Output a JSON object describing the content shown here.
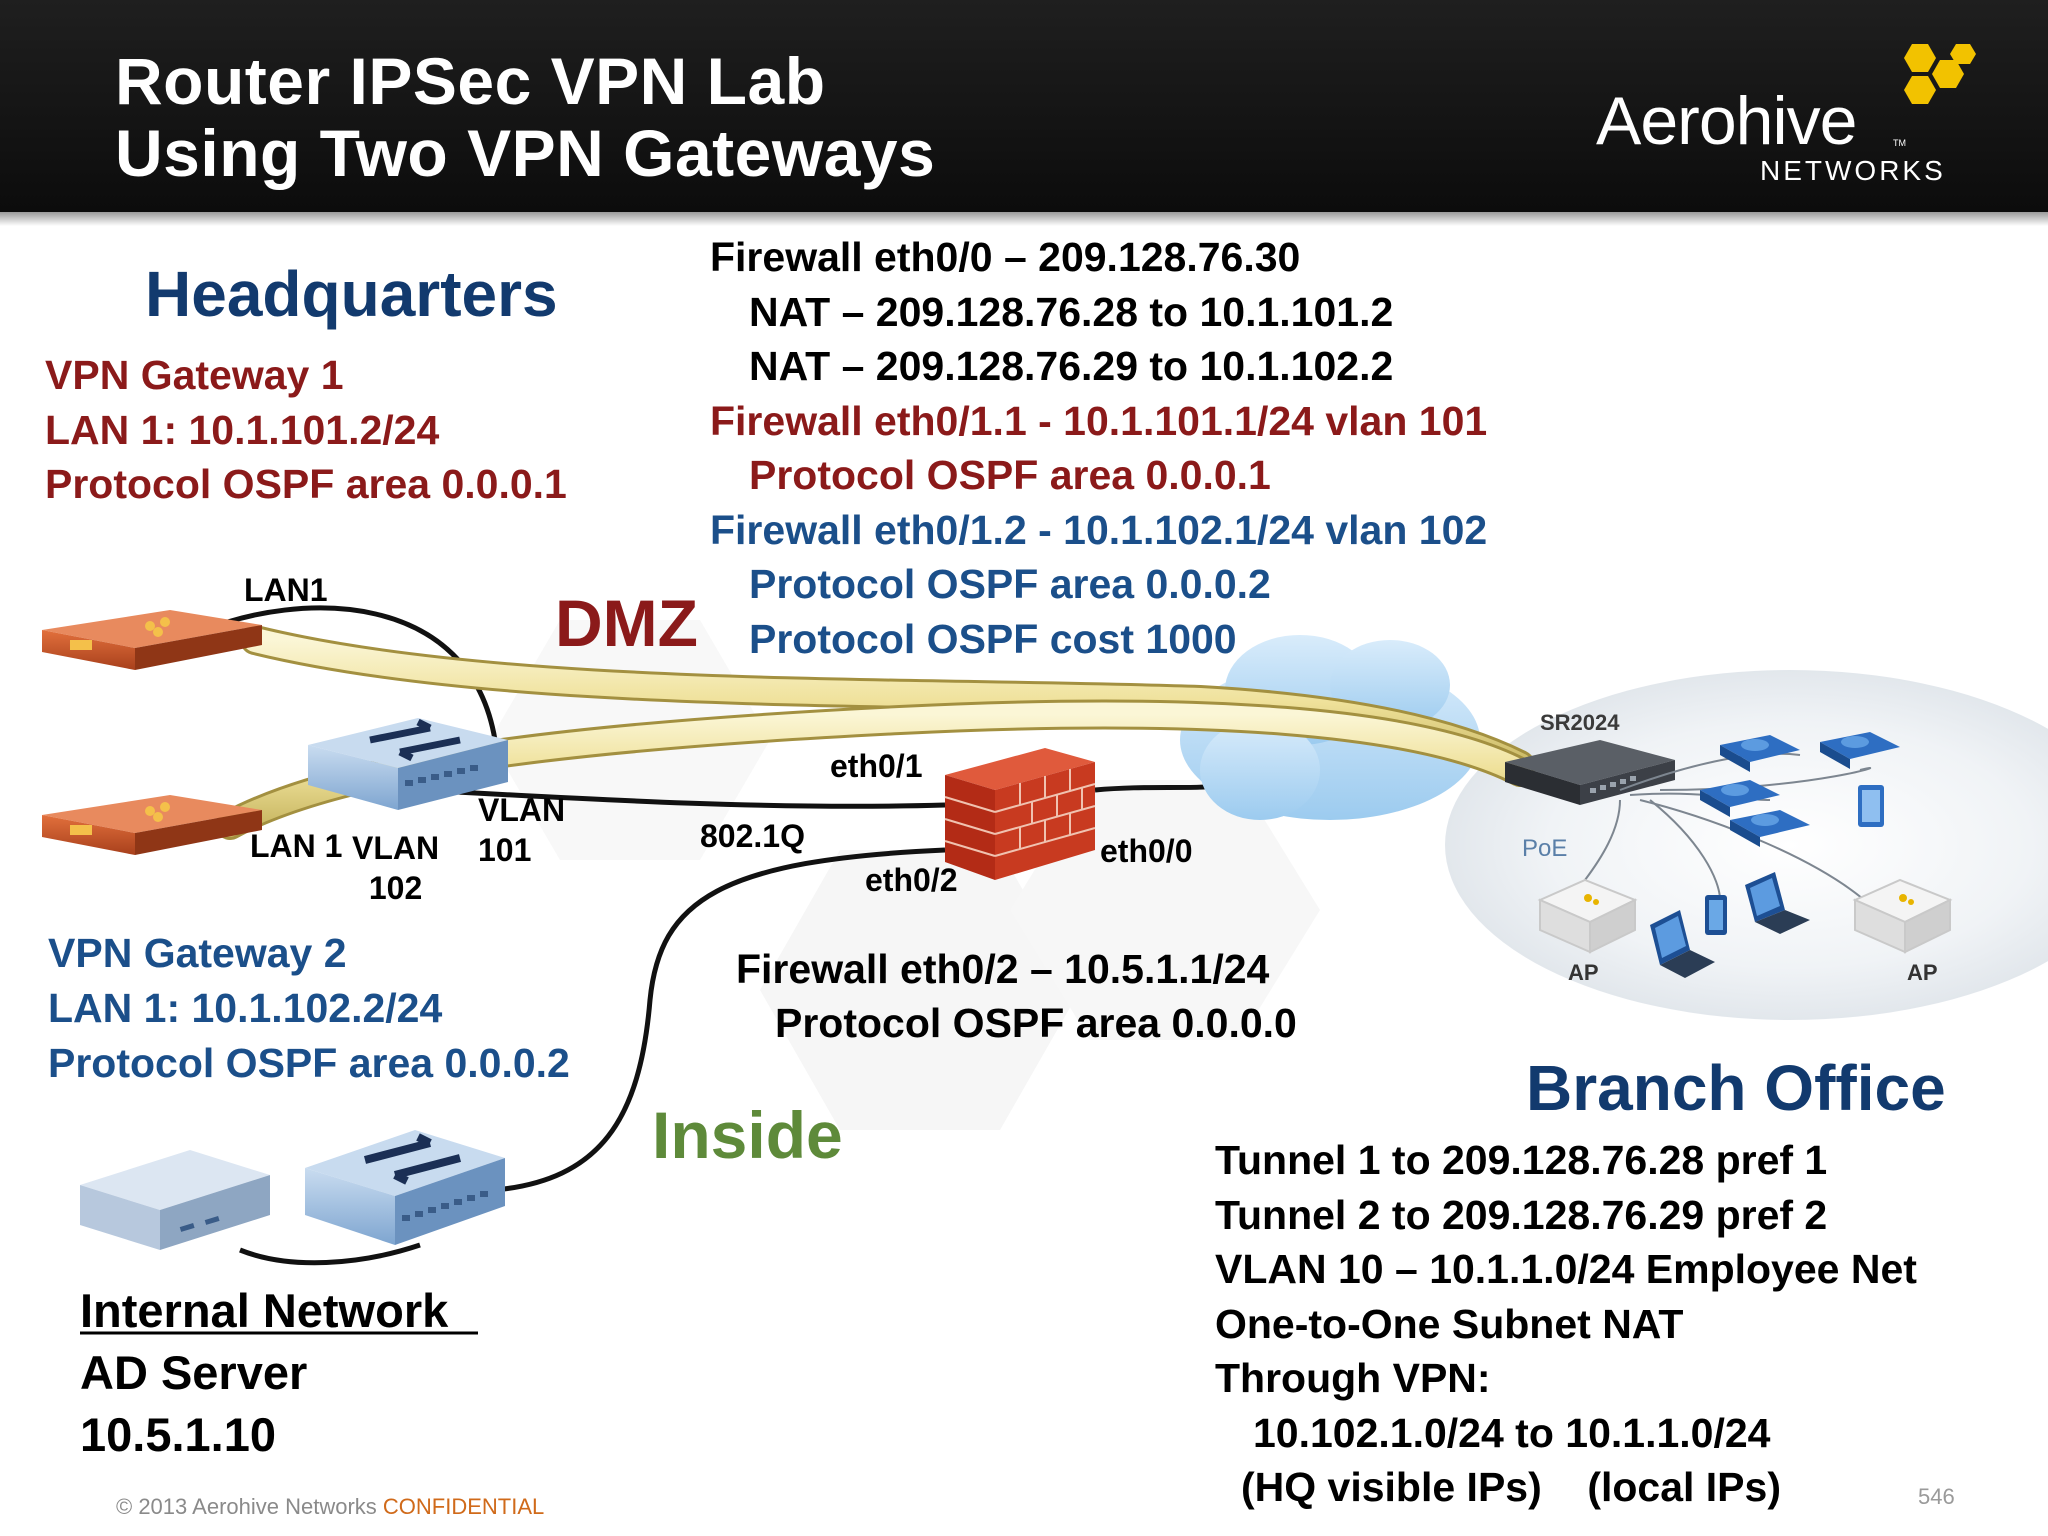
{
  "title": {
    "line1": "Router IPSec VPN Lab",
    "line2": "Using Two VPN Gateways"
  },
  "logo": {
    "word": "Aerohive",
    "tm": "TM",
    "sub": "NETWORKS"
  },
  "headquarters": {
    "heading": "Headquarters",
    "gw1": [
      "VPN Gateway 1",
      "LAN 1: 10.1.101.2/24",
      "Protocol OSPF area 0.0.0.1"
    ],
    "gw2": [
      "VPN Gateway 2",
      "LAN 1: 10.1.102.2/24",
      "Protocol OSPF area 0.0.0.2"
    ]
  },
  "firewall_config": {
    "eth00": "Firewall eth0/0 – 209.128.76.30",
    "nat1": "NAT – 209.128.76.28 to 10.1.101.2",
    "nat2": "NAT – 209.128.76.29 to 10.1.102.2",
    "eth011": "Firewall eth0/1.1 - 10.1.101.1/24 vlan 101",
    "eth011_ospf": "Protocol OSPF area 0.0.0.1",
    "eth012": "Firewall eth0/1.2 - 10.1.102.1/24 vlan 102",
    "eth012_ospf": "Protocol OSPF area 0.0.0.2",
    "eth012_cost": "Protocol OSPF cost 1000",
    "eth02": "Firewall eth0/2 – 10.5.1.1/24",
    "eth02_ospf": "Protocol OSPF area 0.0.0.0"
  },
  "labels": {
    "dmz": "DMZ",
    "inside": "Inside",
    "lan1_top": "LAN1",
    "lan1_bottom": "LAN 1",
    "vlan102": [
      "VLAN",
      "102"
    ],
    "vlan101": [
      "VLAN",
      "101"
    ],
    "dot1q": "802.1Q",
    "eth01": "eth0/1",
    "eth02": "eth0/2",
    "eth00": "eth0/0",
    "sr2024": "SR2024",
    "poe": "PoE",
    "ap_left": "AP",
    "ap_right": "AP"
  },
  "internal": {
    "heading": "Internal Network",
    "lines": [
      "AD Server",
      "10.5.1.10"
    ]
  },
  "branch": {
    "heading": "Branch Office",
    "lines": [
      "Tunnel 1 to 209.128.76.28 pref 1",
      "Tunnel 2 to 209.128.76.29 pref 2",
      "VLAN 10 – 10.1.1.0/24 Employee Net",
      "One-to-One Subnet NAT",
      "Through VPN:",
      "10.102.1.0/24 to 10.1.1.0/24",
      "(HQ visible IPs)    (local IPs)"
    ]
  },
  "footer": {
    "copyright": "© 2013 Aerohive Networks ",
    "confidential": "CONFIDENTIAL",
    "page": "546"
  },
  "colors": {
    "header_bg": "#111111",
    "red_text": "#8b1a1a",
    "blue_text": "#1b4f8a",
    "green_text": "#5e8a3a",
    "logo_hex": "#f2c200",
    "tunnel": "#f1e6a0",
    "confidential": "#d06a1a"
  },
  "icons": [
    "vpn-gateway-icon",
    "switch-icon",
    "firewall-icon",
    "cloud-icon",
    "router-icon",
    "ip-phone-icon",
    "laptop-icon",
    "access-point-icon",
    "server-icon",
    "hexagon-logo-icon"
  ]
}
